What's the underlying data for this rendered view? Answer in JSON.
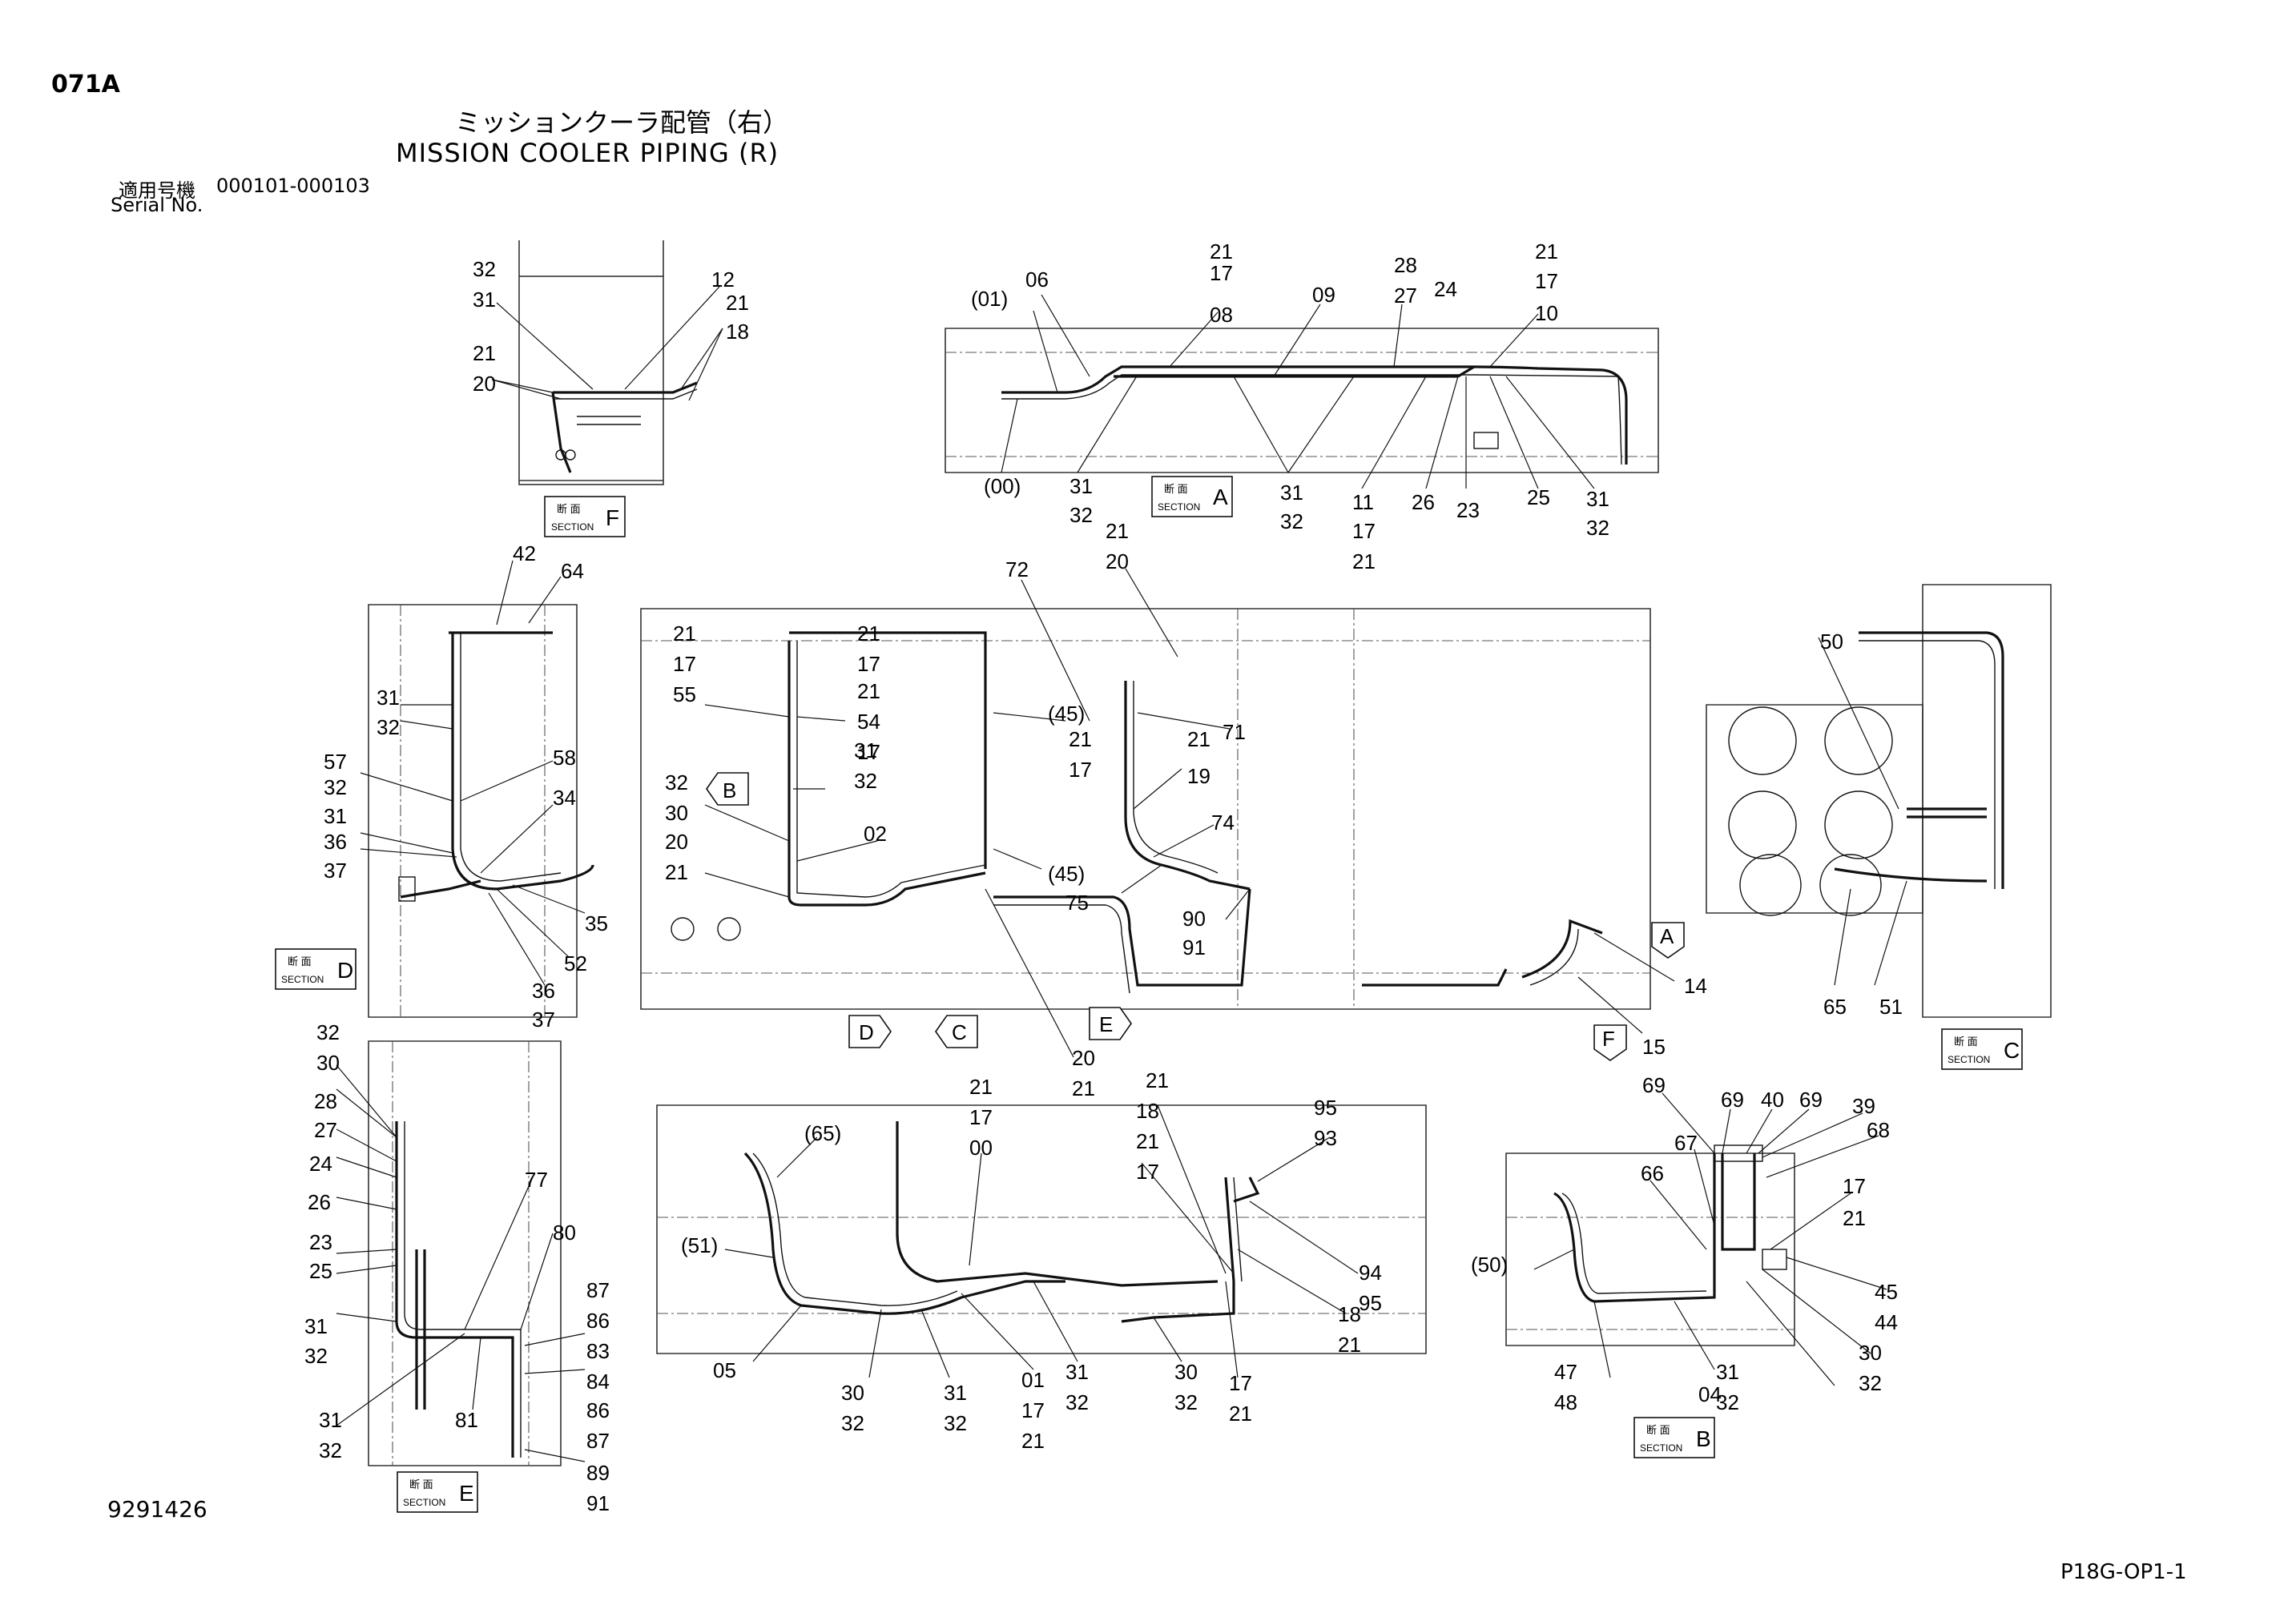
{
  "header": {
    "page_id": "071A",
    "title_jp": "ミッションクーラ配管（右）",
    "title_en": "MISSION COOLER PIPING (R)",
    "serial_label_jp": "適用号機",
    "serial_range": "000101-000103",
    "serial_label_en": "Serial No."
  },
  "footer": {
    "drawing_number": "9291426",
    "page_ref": "P18G-OP1-1"
  },
  "section_tags": {
    "jp": "断 面",
    "en": "SECTION",
    "letters": [
      "F",
      "A",
      "D",
      "C",
      "E",
      "B"
    ]
  },
  "view_arrows": [
    "A",
    "B",
    "C",
    "D",
    "E",
    "F"
  ],
  "callouts": {
    "section_f": [
      "32",
      "31",
      "12",
      "21",
      "18",
      "21",
      "20"
    ],
    "section_a": [
      "(01)",
      "06",
      "21",
      "17",
      "08",
      "09",
      "28",
      "27",
      "24",
      "21",
      "17",
      "10",
      "(00)",
      "31",
      "32",
      "31",
      "32",
      "11",
      "17",
      "21",
      "26",
      "23",
      "25",
      "31",
      "32"
    ],
    "section_d": [
      "42",
      "64",
      "31",
      "32",
      "57",
      "58",
      "32",
      "31",
      "34",
      "36",
      "37",
      "35",
      "52",
      "36",
      "37"
    ],
    "main_view": [
      "72",
      "21",
      "20",
      "21",
      "17",
      "55",
      "21",
      "17",
      "54",
      "21",
      "17",
      "(45)",
      "21",
      "17",
      "71",
      "21",
      "19",
      "32",
      "31",
      "32",
      "30",
      "02",
      "74",
      "20",
      "21",
      "(45)",
      "75",
      "90",
      "91",
      "14",
      "15",
      "20",
      "21"
    ],
    "section_c": [
      "50",
      "65",
      "51"
    ],
    "section_e": [
      "32",
      "30",
      "28",
      "27",
      "24",
      "26",
      "23",
      "25",
      "31",
      "32",
      "77",
      "80",
      "87",
      "86",
      "83",
      "84",
      "86",
      "87",
      "89",
      "91",
      "81",
      "31",
      "32"
    ],
    "lower_view": [
      "(65)",
      "21",
      "17",
      "00",
      "21",
      "18",
      "21",
      "17",
      "95",
      "93",
      "(51)",
      "05",
      "30",
      "32",
      "31",
      "32",
      "01",
      "17",
      "21",
      "31",
      "32",
      "30",
      "32",
      "17",
      "21",
      "94",
      "95",
      "18",
      "21"
    ],
    "section_b": [
      "69",
      "69",
      "40",
      "69",
      "39",
      "68",
      "67",
      "66",
      "17",
      "21",
      "(50)",
      "45",
      "44",
      "30",
      "32",
      "04",
      "31",
      "32",
      "47",
      "48"
    ]
  }
}
